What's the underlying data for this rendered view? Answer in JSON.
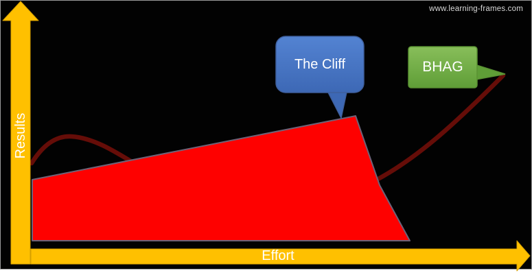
{
  "slide": {
    "page_background": "#FFFFFF",
    "background": "#020202",
    "frame_border": "#9A9A9A",
    "watermark": "www.learning-frames.com",
    "watermark_color": "#D9D9D9"
  },
  "axes": {
    "y_label": "Results",
    "x_label": "Effort",
    "arrow_fill": "#FFC000",
    "arrow_edge": "#D59F00",
    "label_color": "#FFFFFF"
  },
  "figure": {
    "wedge_fill": "#FE0100",
    "wedge_edge": "#6E6277",
    "journey_line": "#650D08"
  },
  "callouts": {
    "the_cliff": {
      "label": "The Cliff",
      "fill_top": "#5383D2",
      "fill_bottom": "#3D68B5",
      "edge": "#3E5F9D",
      "text_color": "#FFFFFF"
    },
    "bhag": {
      "label": "BHAG",
      "fill_top": "#88BE5A",
      "fill_bottom": "#5F9E37",
      "edge": "#5A9233",
      "text_color": "#FFFFFF"
    }
  }
}
